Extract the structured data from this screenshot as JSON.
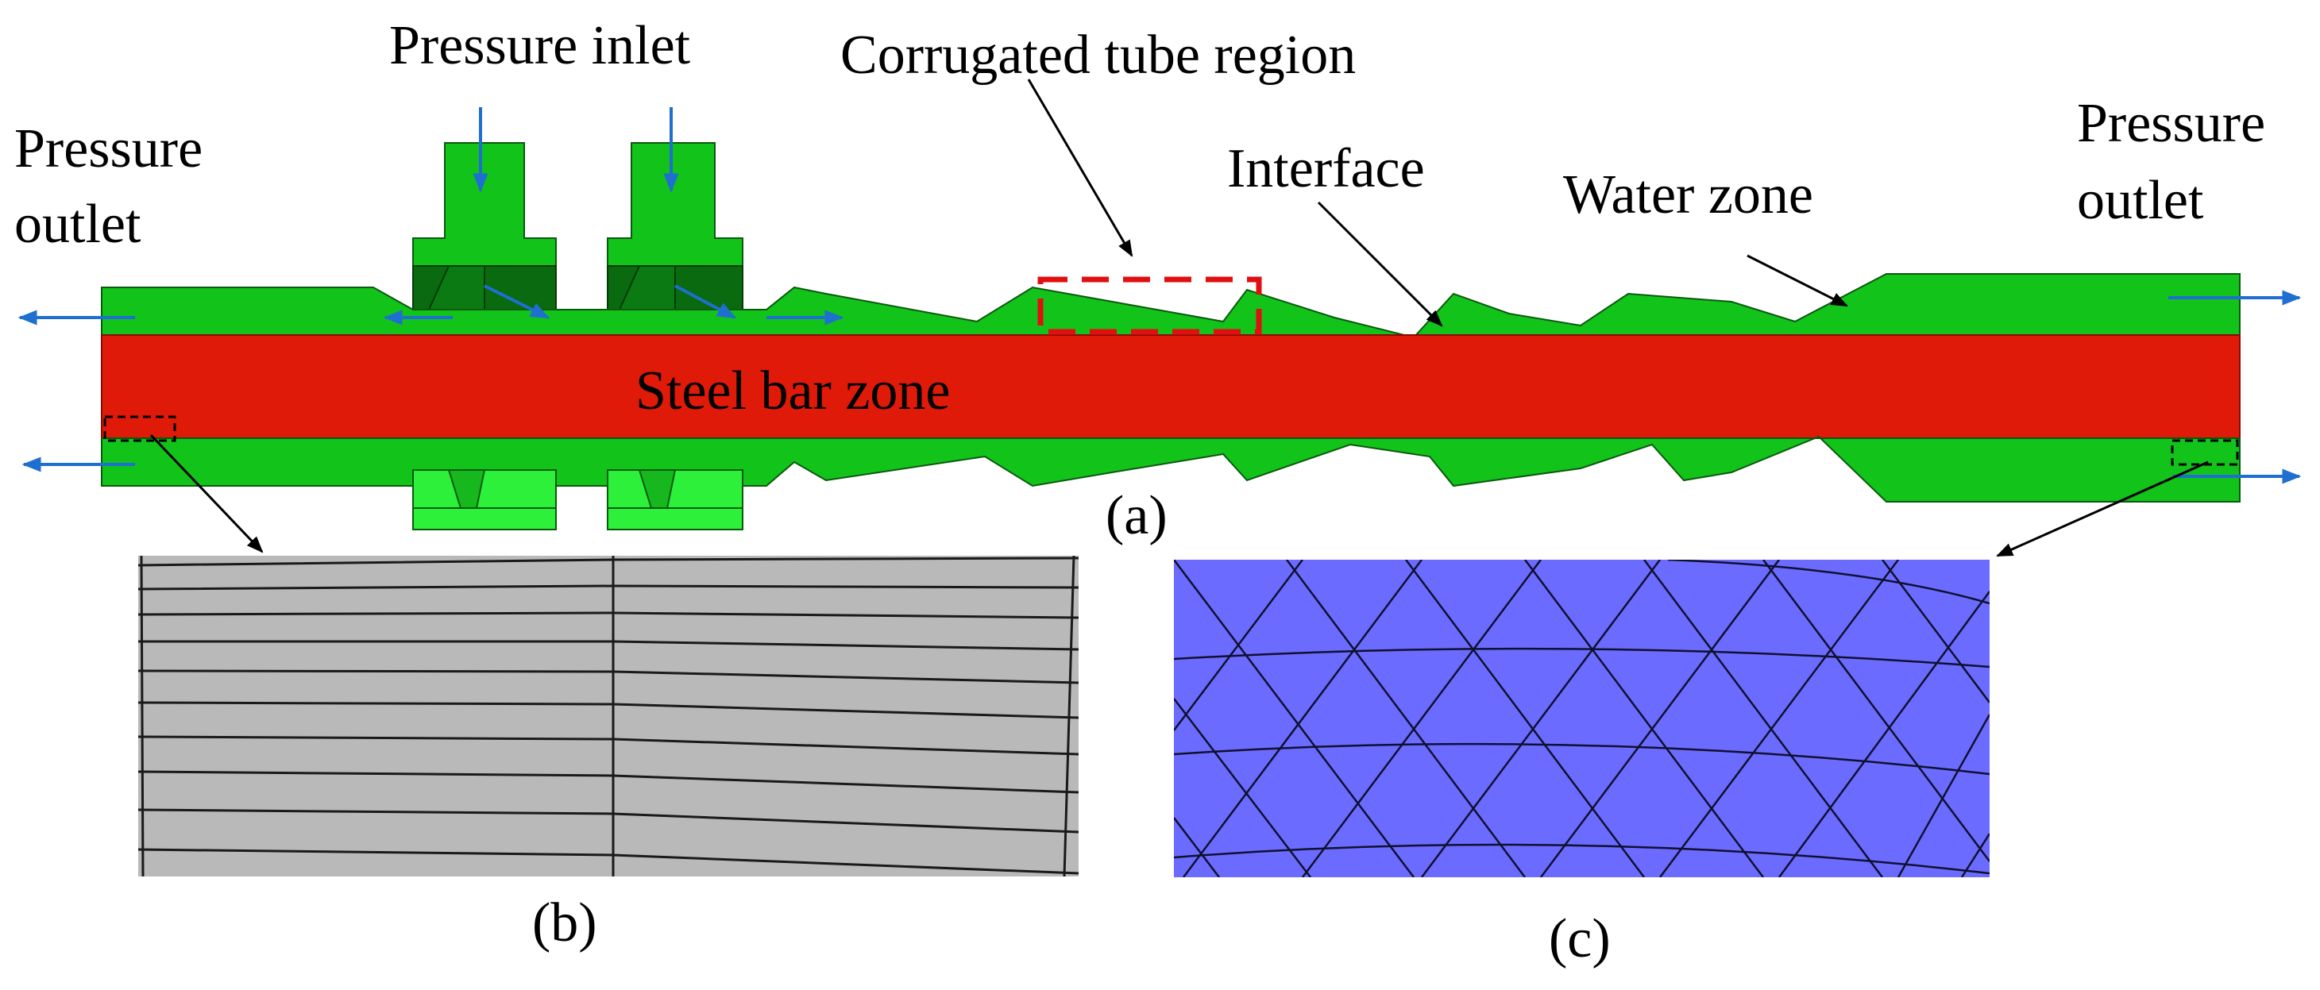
{
  "labels": {
    "pressure_inlet": "Pressure inlet",
    "corrugated_tube_region": "Corrugated tube region",
    "pressure_outlet_left_line1": "Pressure",
    "pressure_outlet_left_line2": "outlet",
    "pressure_outlet_right_line1": "Pressure",
    "pressure_outlet_right_line2": "outlet",
    "interface": "Interface",
    "water_zone": "Water zone",
    "steel_bar_zone": "Steel bar zone"
  },
  "captions": {
    "a": "(a)",
    "b": "(b)",
    "c": "(c)"
  },
  "colors": {
    "water_zone": "#12c31a",
    "water_zone_dark": "#0a6a10",
    "water_zone_light": "#2cf03a",
    "steel_bar_zone": "#e01a08",
    "flow_arrow": "#1f6fd0",
    "highlight_box": "#e01010",
    "mesh_b_fill": "#b9b9b9",
    "mesh_c_fill": "#6b6bff"
  },
  "icons": {
    "flow_arrow": "arrow-icon",
    "callout_arrow": "callout-arrow-icon"
  }
}
